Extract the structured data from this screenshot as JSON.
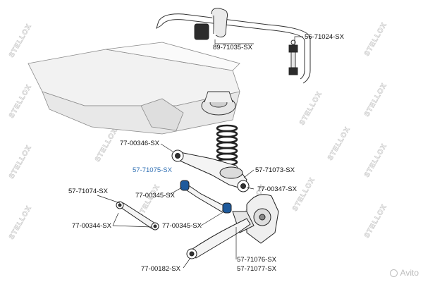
{
  "watermark": {
    "text": "STELLOX"
  },
  "corner_watermark": {
    "text": "Avito"
  },
  "callouts": [
    {
      "id": "c1",
      "part_number": "89-71035-SX",
      "highlight": false
    },
    {
      "id": "c2",
      "part_number": "56-71024-SX",
      "highlight": false
    },
    {
      "id": "c3",
      "part_number": "77-00346-SX",
      "highlight": false
    },
    {
      "id": "c4",
      "part_number": "57-71075-SX",
      "highlight": true
    },
    {
      "id": "c5",
      "part_number": "57-71073-SX",
      "highlight": false
    },
    {
      "id": "c6",
      "part_number": "77-00345-SX",
      "highlight": false
    },
    {
      "id": "c7",
      "part_number": "77-00347-SX",
      "highlight": false
    },
    {
      "id": "c8",
      "part_number": "57-71074-SX",
      "highlight": false
    },
    {
      "id": "c9",
      "part_number": "77-00344-SX",
      "highlight": false
    },
    {
      "id": "c10",
      "part_number": "77-00345-SX",
      "highlight": false
    },
    {
      "id": "c11",
      "part_number": "57-71076-SX",
      "highlight": false
    },
    {
      "id": "c12",
      "part_number": "57-71077-SX",
      "highlight": false
    },
    {
      "id": "c13",
      "part_number": "77-00182-SX",
      "highlight": false
    }
  ]
}
